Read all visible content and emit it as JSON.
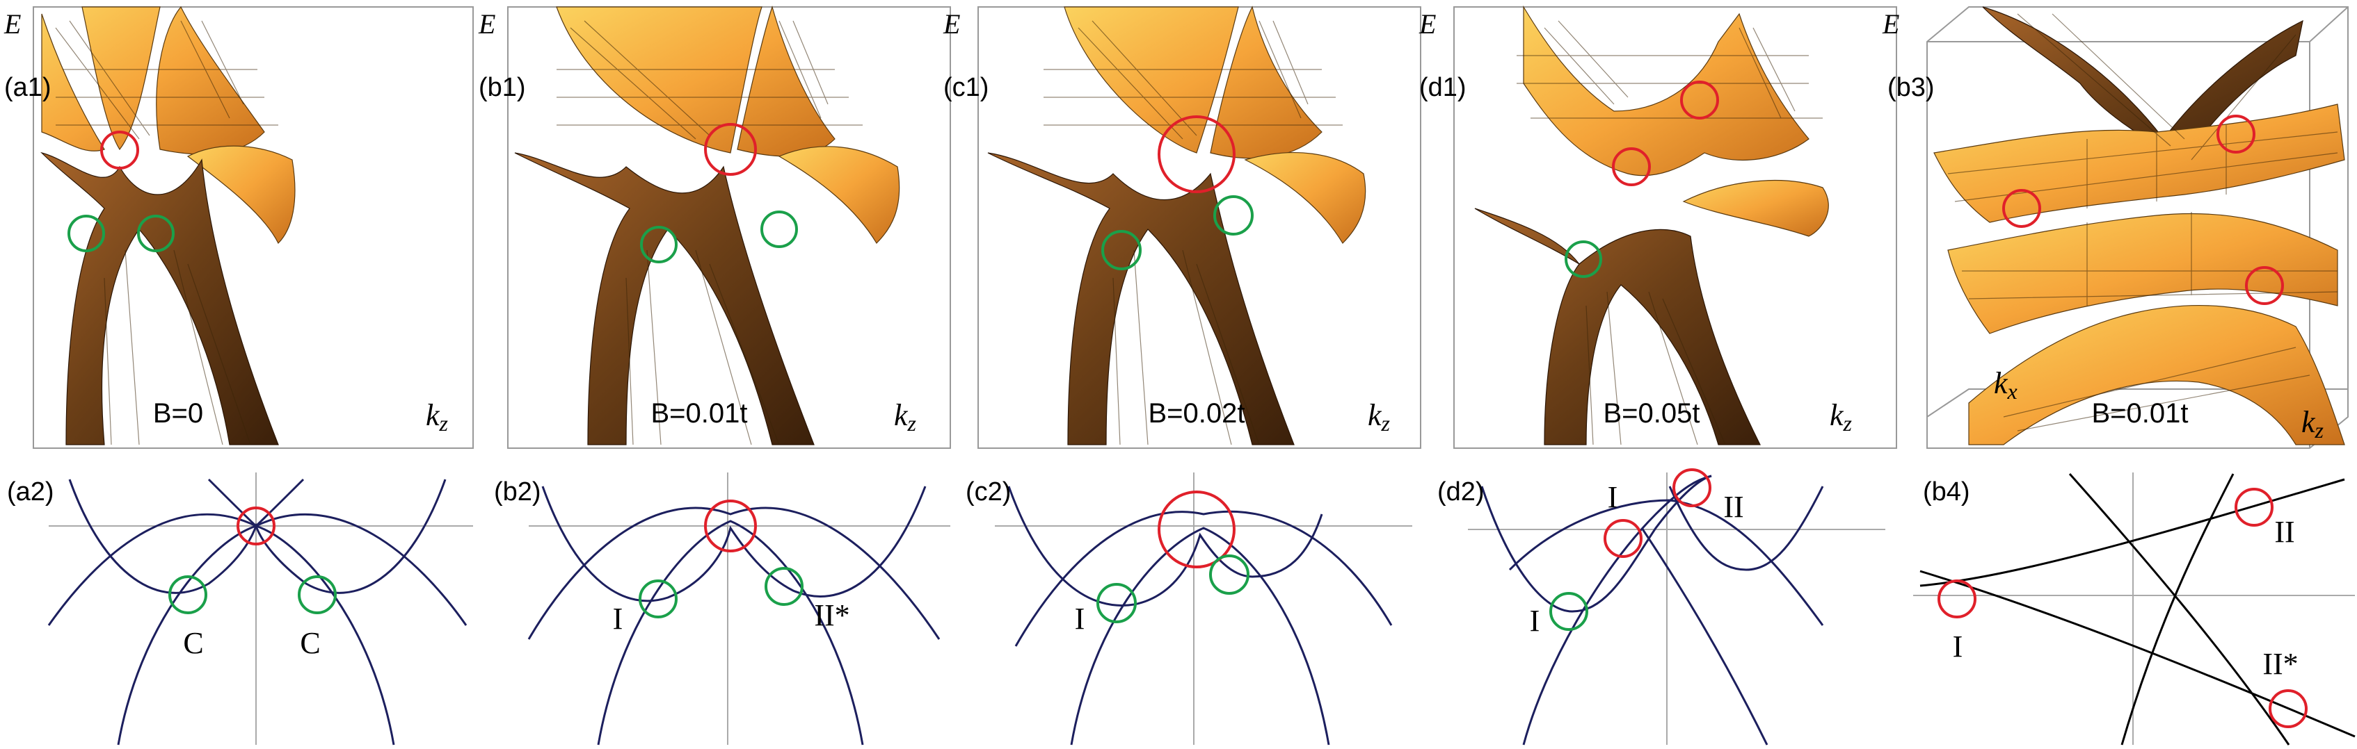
{
  "panels_top": [
    {
      "tag": "(a1)",
      "axis_e": "E",
      "axis_k": "k",
      "axis_k_sub": "z",
      "field": "B=0"
    },
    {
      "tag": "(b1)",
      "axis_e": "E",
      "axis_k": "k",
      "axis_k_sub": "z",
      "field": "B=0.01t"
    },
    {
      "tag": "(c1)",
      "axis_e": "E",
      "axis_k": "k",
      "axis_k_sub": "z",
      "field": "B=0.02t"
    },
    {
      "tag": "(d1)",
      "axis_e": "E",
      "axis_k": "k",
      "axis_k_sub": "z",
      "field": "B=0.05t"
    },
    {
      "tag": "(b3)",
      "axis_e": "E",
      "axis_k": "k",
      "axis_k_sub": "z",
      "axis_kx": "k",
      "axis_kx_sub": "x",
      "field": "B=0.01t"
    }
  ],
  "panels_bottom": [
    {
      "tag": "(a2)",
      "labels": [
        "C",
        "C"
      ]
    },
    {
      "tag": "(b2)",
      "labels": [
        "I",
        "II*"
      ]
    },
    {
      "tag": "(c2)",
      "labels": [
        "I"
      ]
    },
    {
      "tag": "(d2)",
      "labels": [
        "I",
        "II",
        "I"
      ]
    },
    {
      "tag": "(b4)",
      "labels": [
        "II",
        "I",
        "II*"
      ]
    }
  ],
  "colors": {
    "surface_top": "#f5a43a",
    "surface_bottom": "#6b3f17",
    "band_line": "#1c1f5e",
    "ring_red": "#e0202a",
    "ring_green": "#1aa04a"
  }
}
